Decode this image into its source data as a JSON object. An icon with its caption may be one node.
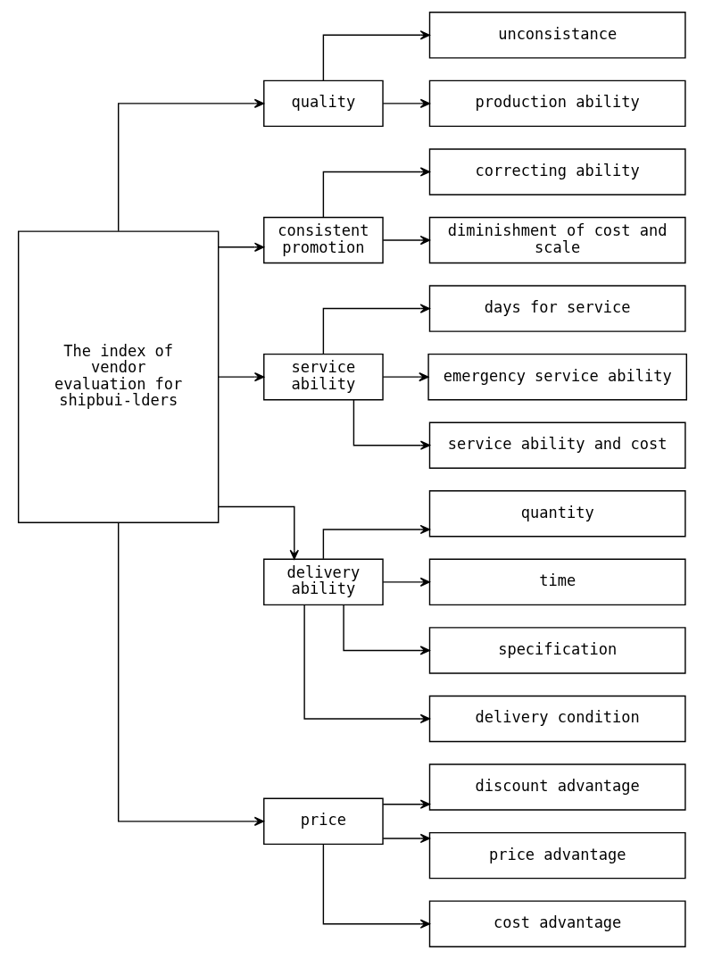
{
  "diagram": {
    "nodes": [
      {
        "text": [
          "The index of vendor evaluation for shipbui-lders"
        ]
      },
      {
        "text": [
          "quality"
        ]
      },
      {
        "text": [
          "unconsistance"
        ]
      },
      {
        "text": [
          "production ability"
        ]
      },
      {
        "text": [
          "consistent promotion"
        ]
      },
      {
        "text": [
          "correcting ability"
        ]
      },
      {
        "text": [
          "diminishment of cost and scale"
        ]
      },
      {
        "text": [
          "service ability"
        ]
      },
      {
        "text": [
          "days for service"
        ]
      },
      {
        "text": [
          "emergency service ability"
        ]
      },
      {
        "text": [
          "service ability and cost"
        ]
      },
      {
        "text": [
          "delivery ability"
        ]
      },
      {
        "text": [
          "quantity"
        ]
      },
      {
        "text": [
          "time"
        ]
      },
      {
        "text": [
          "specification"
        ]
      },
      {
        "text": [
          "delivery condition"
        ]
      },
      {
        "text": [
          "price"
        ]
      },
      {
        "text": [
          "discount advantage"
        ]
      },
      {
        "text": [
          "price advantage"
        ]
      },
      {
        "text": [
          "cost advantage"
        ]
      }
    ],
    "edges": [
      {
        "from": 0,
        "to": 1,
        "arrow": "to"
      },
      {
        "from": 0,
        "to": 4,
        "arrow": "to"
      },
      {
        "from": 0,
        "to": 7,
        "arrow": "to"
      },
      {
        "from": 0,
        "to": 11,
        "arrow": "to"
      },
      {
        "from": 0,
        "to": 16,
        "arrow": "to"
      },
      {
        "from": 1,
        "to": 2,
        "arrow": "to"
      },
      {
        "from": 1,
        "to": 3,
        "arrow": "to"
      },
      {
        "from": 4,
        "to": 5,
        "arrow": "to"
      },
      {
        "from": 4,
        "to": 6,
        "arrow": "to"
      },
      {
        "from": 7,
        "to": 8,
        "arrow": "to"
      },
      {
        "from": 7,
        "to": 9,
        "arrow": "to"
      },
      {
        "from": 7,
        "to": 10,
        "arrow": "to"
      },
      {
        "from": 11,
        "to": 12,
        "arrow": "to"
      },
      {
        "from": 11,
        "to": 13,
        "arrow": "to"
      },
      {
        "from": 11,
        "to": 14,
        "arrow": "to"
      },
      {
        "from": 11,
        "to": 15,
        "arrow": "to"
      },
      {
        "from": 16,
        "to": 17,
        "arrow": "to"
      },
      {
        "from": 16,
        "to": 18,
        "arrow": "to"
      },
      {
        "from": 16,
        "to": 19,
        "arrow": "to"
      }
    ]
  }
}
